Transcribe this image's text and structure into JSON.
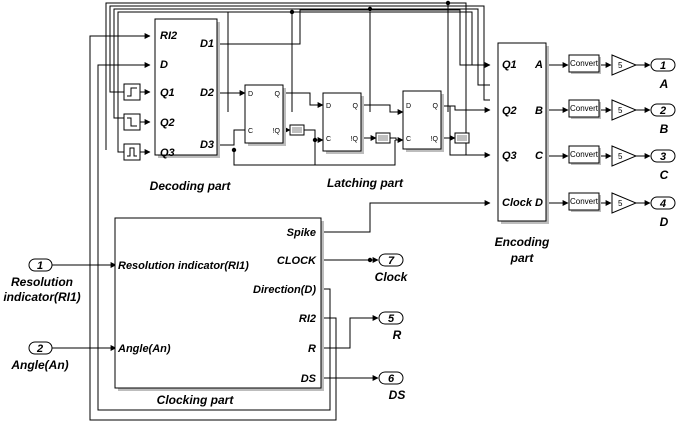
{
  "blocks": {
    "decoding": {
      "caption": "Decoding part",
      "inputs": [
        "RI2",
        "D",
        "Q1",
        "Q2",
        "Q3"
      ],
      "outputs": [
        "D1",
        "D2",
        "D3"
      ]
    },
    "latching": {
      "caption": "Latching part"
    },
    "flipflop": {
      "d": "D",
      "c": "C",
      "q": "Q",
      "nq": "!Q"
    },
    "encoding": {
      "caption_line1": "Encoding",
      "caption_line2": "part",
      "inputs": [
        "Q1",
        "Q2",
        "Q3",
        "Clock"
      ],
      "outputs": [
        "A",
        "B",
        "C",
        "D"
      ]
    },
    "clocking": {
      "caption": "Clocking part",
      "inputs": [
        "Resolution indicator(RI1)",
        "Angle(An)"
      ],
      "outputs": [
        "Spike",
        "CLOCK",
        "Direction(D)",
        "RI2",
        "R",
        "DS"
      ]
    },
    "convert_label": "Convert",
    "gain_value": "5"
  },
  "inports": [
    {
      "num": "1",
      "line1": "Resolution",
      "line2": "indicator(RI1)"
    },
    {
      "num": "2",
      "line1": "Angle(An)",
      "line2": ""
    }
  ],
  "outports": [
    {
      "num": "1",
      "label": "A"
    },
    {
      "num": "2",
      "label": "B"
    },
    {
      "num": "3",
      "label": "C"
    },
    {
      "num": "4",
      "label": "D"
    },
    {
      "num": "7",
      "label": "Clock"
    },
    {
      "num": "5",
      "label": "R"
    },
    {
      "num": "6",
      "label": "DS"
    }
  ]
}
